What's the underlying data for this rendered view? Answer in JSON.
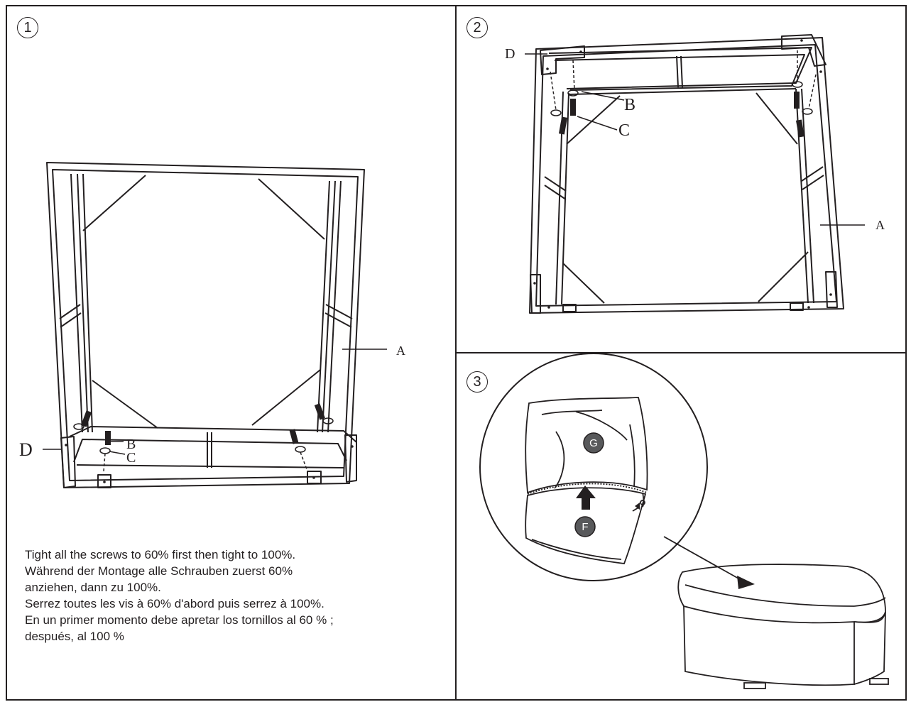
{
  "steps": [
    {
      "number": "1",
      "labels": {
        "frame": "A",
        "screw": "B",
        "washer": "C",
        "corner": "D"
      }
    },
    {
      "number": "2",
      "labels": {
        "frame": "A",
        "screw": "B",
        "washer": "C",
        "corner": "D"
      }
    },
    {
      "number": "3",
      "labels": {
        "cover_top": "G",
        "cover_bottom": "F"
      }
    }
  ],
  "instructions": [
    "Tight all the screws to 60% first then tight to 100%.",
    "Während der Montage alle Schrauben zuerst 60%",
    "anziehen, dann zu 100%.",
    "Serrez toutes les vis à 60% d'abord puis serrez à 100%.",
    "En un primer momento debe apretar los tornillos al 60 % ;",
    "después, al 100 %"
  ],
  "colors": {
    "ink": "#231f20",
    "badge": "#58595b",
    "paper": "#ffffff"
  }
}
